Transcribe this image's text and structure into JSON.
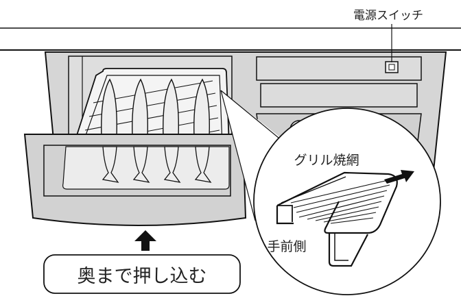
{
  "labels": {
    "power_switch": "電源スイッチ",
    "grill_net": "グリル焼網",
    "front_side": "手前側",
    "push_in": "奥まで押し込む"
  }
}
